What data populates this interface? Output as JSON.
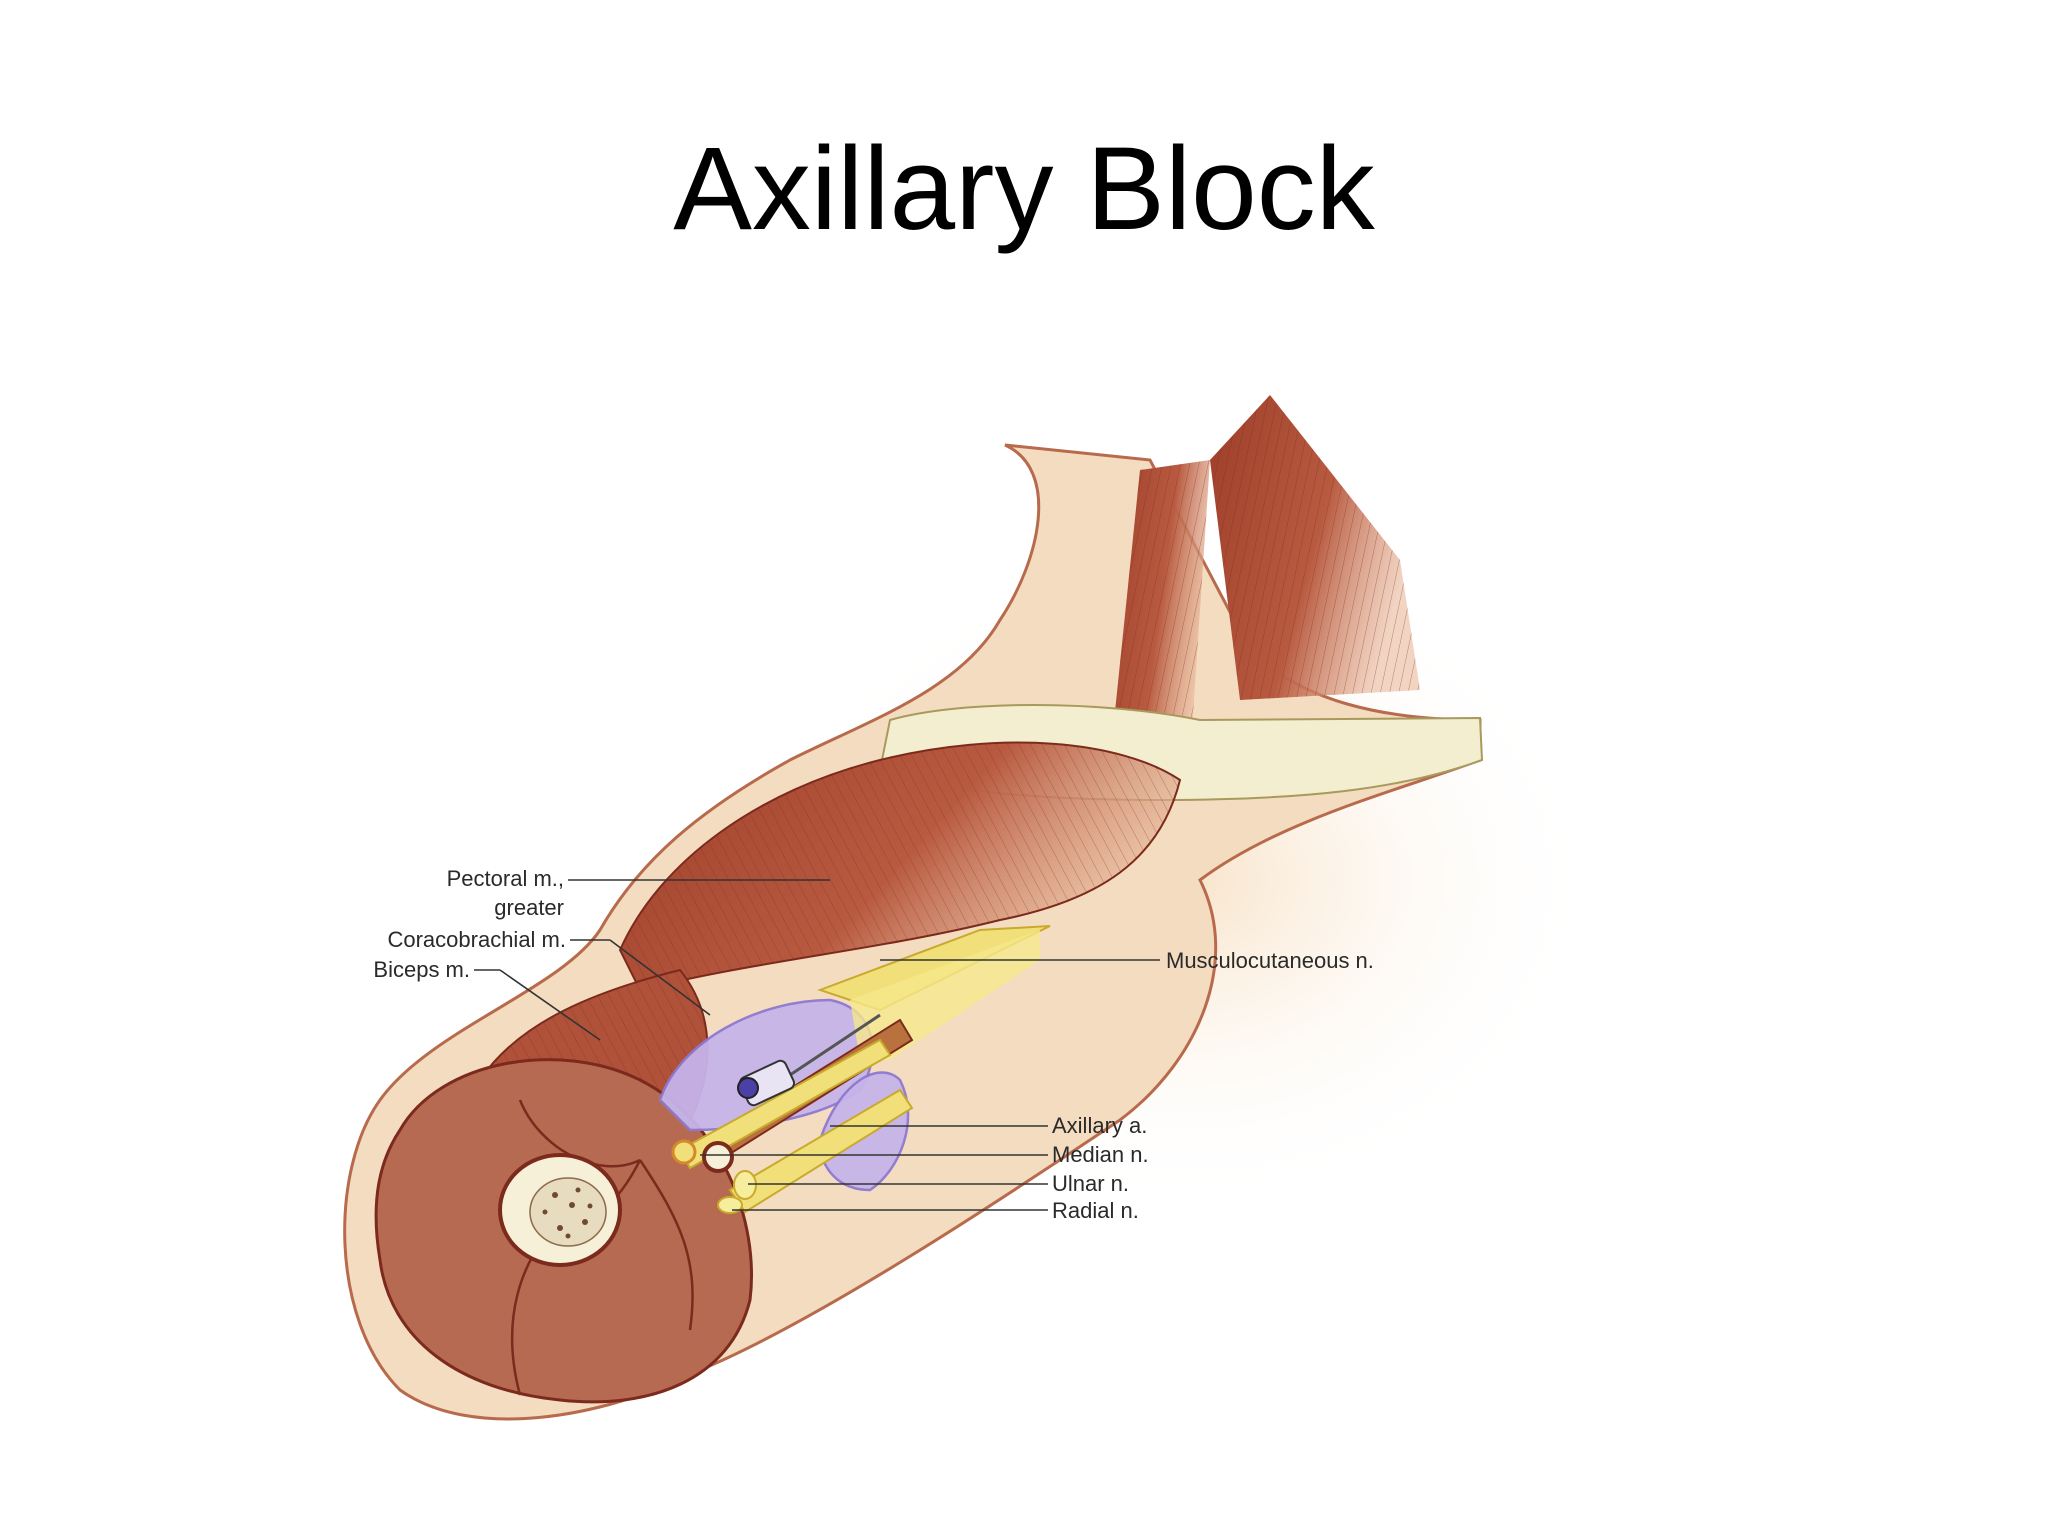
{
  "title": "Axillary Block",
  "labels": {
    "pectoral_line1": "Pectoral m.,",
    "pectoral_line2": "greater",
    "coracobrachial": "Coracobrachial m.",
    "biceps": "Biceps m.",
    "musculocutaneous": "Musculocutaneous n.",
    "axillary_artery": "Axillary a.",
    "median": "Median n.",
    "ulnar": "Ulnar n.",
    "radial": "Radial n."
  },
  "colors": {
    "muscle": "#b5533c",
    "muscle_dark": "#8e3424",
    "skin": "#f3dcc0",
    "bone": "#f4eed0",
    "nerve": "#f1e07a",
    "anesthetic": "#c6b4ea",
    "background": "#ffffff"
  }
}
